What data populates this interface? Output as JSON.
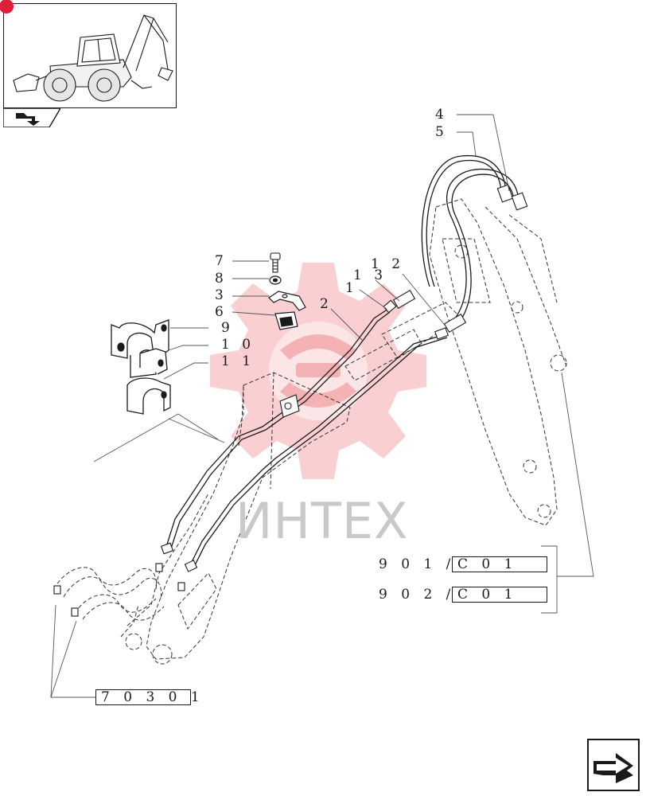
{
  "thumbnail": {
    "icon": "backhoe-loader-icon",
    "tab_icon": "folder-arrow-icon"
  },
  "watermark": {
    "text": "ИНТЕХ",
    "color": "#e8545c"
  },
  "callouts": {
    "c1": "1",
    "c2": "2",
    "c3": "3",
    "c4": "4",
    "c5": "5",
    "c6": "6",
    "c7": "7",
    "c8": "8",
    "c9": "9",
    "c10": "1 0",
    "c11": "1 1",
    "c12": "1 2",
    "c13": "1 3"
  },
  "references": {
    "ref901": {
      "prefix": "9 0 1 /",
      "code": "C  0 1"
    },
    "ref902": {
      "prefix": "9 0 2 /",
      "code": "C  0 1"
    },
    "ref703": {
      "code": "7 0 3   0 1"
    }
  },
  "navigation": {
    "next_icon": "next-page-arrow-icon"
  }
}
